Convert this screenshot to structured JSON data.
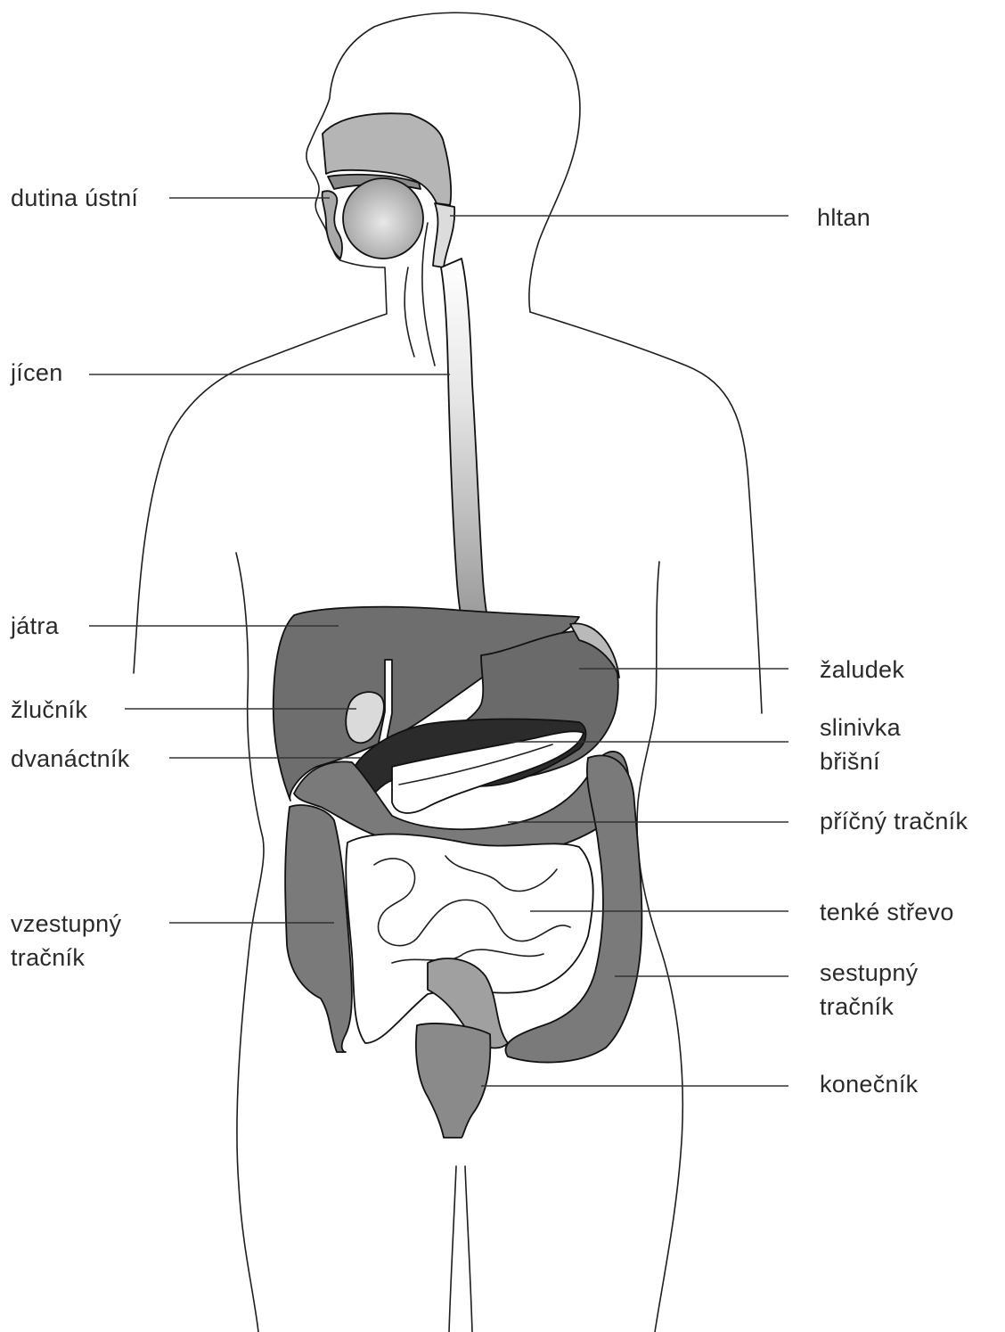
{
  "labels": {
    "mouth": "dutina ústní",
    "pharynx": "hltan",
    "esophagus": "jícen",
    "liver": "játra",
    "stomach": "žaludek",
    "gallbladder": "žlučník",
    "pancreas_line1": "slinivka",
    "pancreas_line2": "břišní",
    "duodenum": "dvanáctník",
    "transverse_colon": "příčný tračník",
    "ascending_colon_line1": "vzestupný",
    "ascending_colon_line2": "tračník",
    "small_intestine": "tenké střevo",
    "descending_colon_line1": "sestupný",
    "descending_colon_line2": "tračník",
    "rectum": "konečník"
  },
  "colors": {
    "outline": "#1e1e1e",
    "organ_dark": "#6e6e6e",
    "organ_mid": "#8a8a8a",
    "organ_light": "#b5b5b5",
    "organ_very_dark": "#2b2b2b",
    "background": "#ffffff"
  }
}
